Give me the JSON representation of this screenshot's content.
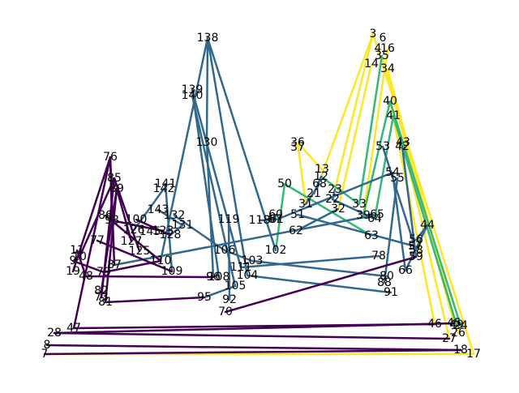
{
  "graph": {
    "group_colors": {
      "1": "#440154",
      "2": "#31688e",
      "3": "#35b779",
      "4": "#fde725"
    },
    "nodes": [
      {
        "id": "3"
      },
      {
        "id": "6"
      },
      {
        "id": "4"
      },
      {
        "id": "16"
      },
      {
        "id": "35"
      },
      {
        "id": "14"
      },
      {
        "id": "34"
      },
      {
        "id": "138"
      },
      {
        "id": "139"
      },
      {
        "id": "140"
      },
      {
        "id": "40"
      },
      {
        "id": "41"
      },
      {
        "id": "130"
      },
      {
        "id": "36"
      },
      {
        "id": "37"
      },
      {
        "id": "53"
      },
      {
        "id": "42"
      },
      {
        "id": "43"
      },
      {
        "id": "76"
      },
      {
        "id": "13"
      },
      {
        "id": "12"
      },
      {
        "id": "54"
      },
      {
        "id": "55"
      },
      {
        "id": "68"
      },
      {
        "id": "23"
      },
      {
        "id": "21"
      },
      {
        "id": "22"
      },
      {
        "id": "50"
      },
      {
        "id": "85"
      },
      {
        "id": "141"
      },
      {
        "id": "142"
      },
      {
        "id": "89"
      },
      {
        "id": "31"
      },
      {
        "id": "33"
      },
      {
        "id": "32"
      },
      {
        "id": "39"
      },
      {
        "id": "64"
      },
      {
        "id": "65"
      },
      {
        "id": "143"
      },
      {
        "id": "132"
      },
      {
        "id": "131"
      },
      {
        "id": "119"
      },
      {
        "id": "51"
      },
      {
        "id": "60"
      },
      {
        "id": "61"
      },
      {
        "id": "67"
      },
      {
        "id": "118"
      },
      {
        "id": "62"
      },
      {
        "id": "44"
      },
      {
        "id": "63"
      },
      {
        "id": "86"
      },
      {
        "id": "98"
      },
      {
        "id": "100"
      },
      {
        "id": "126"
      },
      {
        "id": "127"
      },
      {
        "id": "123"
      },
      {
        "id": "145"
      },
      {
        "id": "128"
      },
      {
        "id": "102"
      },
      {
        "id": "56"
      },
      {
        "id": "57"
      },
      {
        "id": "58"
      },
      {
        "id": "59"
      },
      {
        "id": "77"
      },
      {
        "id": "11"
      },
      {
        "id": "10"
      },
      {
        "id": "9"
      },
      {
        "id": "125"
      },
      {
        "id": "106"
      },
      {
        "id": "78"
      },
      {
        "id": "103"
      },
      {
        "id": "111"
      },
      {
        "id": "104"
      },
      {
        "id": "110"
      },
      {
        "id": "66"
      },
      {
        "id": "79"
      },
      {
        "id": "87"
      },
      {
        "id": "109"
      },
      {
        "id": "19"
      },
      {
        "id": "48"
      },
      {
        "id": "96"
      },
      {
        "id": "80"
      },
      {
        "id": "88"
      },
      {
        "id": "108"
      },
      {
        "id": "105"
      },
      {
        "id": "82"
      },
      {
        "id": "91"
      },
      {
        "id": "95"
      },
      {
        "id": "92"
      },
      {
        "id": "73"
      },
      {
        "id": "81"
      },
      {
        "id": "70"
      },
      {
        "id": "45"
      },
      {
        "id": "49"
      },
      {
        "id": "46"
      },
      {
        "id": "24"
      },
      {
        "id": "26"
      },
      {
        "id": "28"
      },
      {
        "id": "47"
      },
      {
        "id": "27"
      },
      {
        "id": "8"
      },
      {
        "id": "18"
      },
      {
        "id": "7"
      },
      {
        "id": "17"
      }
    ],
    "edges": [
      {
        "group": "4",
        "from": "3",
        "to": "17"
      },
      {
        "group": "4",
        "from": "3",
        "to": "23"
      },
      {
        "group": "4",
        "from": "3",
        "to": "12"
      },
      {
        "group": "4",
        "from": "16",
        "to": "39"
      },
      {
        "group": "4",
        "from": "34",
        "to": "26"
      },
      {
        "group": "4",
        "from": "14",
        "to": "32"
      },
      {
        "group": "4",
        "from": "36",
        "to": "31"
      },
      {
        "group": "4",
        "from": "36",
        "to": "13"
      },
      {
        "group": "4",
        "from": "7",
        "to": "17"
      },
      {
        "group": "4",
        "from": "35",
        "to": "45"
      },
      {
        "group": "4",
        "from": "40",
        "to": "46"
      },
      {
        "group": "4",
        "from": "43",
        "to": "27"
      },
      {
        "group": "3",
        "from": "35",
        "to": "33"
      },
      {
        "group": "3",
        "from": "40",
        "to": "39"
      },
      {
        "group": "3",
        "from": "41",
        "to": "49"
      },
      {
        "group": "3",
        "from": "50",
        "to": "63"
      },
      {
        "group": "3",
        "from": "50",
        "to": "102"
      },
      {
        "group": "3",
        "from": "41",
        "to": "64"
      },
      {
        "group": "3",
        "from": "40",
        "to": "24"
      },
      {
        "group": "3",
        "from": "12",
        "to": "33"
      },
      {
        "group": "2",
        "from": "138",
        "to": "130"
      },
      {
        "group": "2",
        "from": "138",
        "to": "110"
      },
      {
        "group": "2",
        "from": "138",
        "to": "102"
      },
      {
        "group": "2",
        "from": "138",
        "to": "104"
      },
      {
        "group": "2",
        "from": "139",
        "to": "108"
      },
      {
        "group": "2",
        "from": "140",
        "to": "105"
      },
      {
        "group": "2",
        "from": "139",
        "to": "111"
      },
      {
        "group": "2",
        "from": "130",
        "to": "96"
      },
      {
        "group": "2",
        "from": "141",
        "to": "109"
      },
      {
        "group": "2",
        "from": "142",
        "to": "126"
      },
      {
        "group": "2",
        "from": "132",
        "to": "106"
      },
      {
        "group": "2",
        "from": "143",
        "to": "131"
      },
      {
        "group": "2",
        "from": "131",
        "to": "128"
      },
      {
        "group": "2",
        "from": "119",
        "to": "92"
      },
      {
        "group": "2",
        "from": "106",
        "to": "103"
      },
      {
        "group": "2",
        "from": "103",
        "to": "80"
      },
      {
        "group": "2",
        "from": "104",
        "to": "91"
      },
      {
        "group": "2",
        "from": "105",
        "to": "95"
      },
      {
        "group": "2",
        "from": "111",
        "to": "78"
      },
      {
        "group": "2",
        "from": "61",
        "to": "54"
      },
      {
        "group": "2",
        "from": "54",
        "to": "66"
      },
      {
        "group": "2",
        "from": "55",
        "to": "88"
      },
      {
        "group": "2",
        "from": "53",
        "to": "58"
      },
      {
        "group": "2",
        "from": "42",
        "to": "59"
      },
      {
        "group": "2",
        "from": "44",
        "to": "66"
      },
      {
        "group": "2",
        "from": "65",
        "to": "87"
      },
      {
        "group": "2",
        "from": "64",
        "to": "22"
      },
      {
        "group": "2",
        "from": "21",
        "to": "12"
      },
      {
        "group": "2",
        "from": "62",
        "to": "32"
      },
      {
        "group": "2",
        "from": "118",
        "to": "67"
      },
      {
        "group": "2",
        "from": "60",
        "to": "67"
      },
      {
        "group": "2",
        "from": "51",
        "to": "57"
      },
      {
        "group": "2",
        "from": "68",
        "to": "31"
      },
      {
        "group": "2",
        "from": "22",
        "to": "23"
      },
      {
        "group": "2",
        "from": "44",
        "to": "56"
      },
      {
        "group": "1",
        "from": "76",
        "to": "19"
      },
      {
        "group": "1",
        "from": "76",
        "to": "47"
      },
      {
        "group": "1",
        "from": "76",
        "to": "87"
      },
      {
        "group": "1",
        "from": "76",
        "to": "98"
      },
      {
        "group": "1",
        "from": "85",
        "to": "10"
      },
      {
        "group": "1",
        "from": "85",
        "to": "125"
      },
      {
        "group": "1",
        "from": "85",
        "to": "73"
      },
      {
        "group": "1",
        "from": "89",
        "to": "82"
      },
      {
        "group": "1",
        "from": "89",
        "to": "81"
      },
      {
        "group": "1",
        "from": "89",
        "to": "127"
      },
      {
        "group": "1",
        "from": "86",
        "to": "110"
      },
      {
        "group": "1",
        "from": "98",
        "to": "123"
      },
      {
        "group": "1",
        "from": "100",
        "to": "128"
      },
      {
        "group": "1",
        "from": "77",
        "to": "109"
      },
      {
        "group": "1",
        "from": "9",
        "to": "79"
      },
      {
        "group": "1",
        "from": "11",
        "to": "48"
      },
      {
        "group": "1",
        "from": "48",
        "to": "96"
      },
      {
        "group": "1",
        "from": "79",
        "to": "110"
      },
      {
        "group": "1",
        "from": "81",
        "to": "95"
      },
      {
        "group": "1",
        "from": "73",
        "to": "82"
      },
      {
        "group": "1",
        "from": "70",
        "to": "59"
      },
      {
        "group": "1",
        "from": "47",
        "to": "46"
      },
      {
        "group": "1",
        "from": "28",
        "to": "45"
      },
      {
        "group": "1",
        "from": "8",
        "to": "18"
      },
      {
        "group": "1",
        "from": "7",
        "to": "18"
      },
      {
        "group": "1",
        "from": "28",
        "to": "27"
      }
    ]
  }
}
